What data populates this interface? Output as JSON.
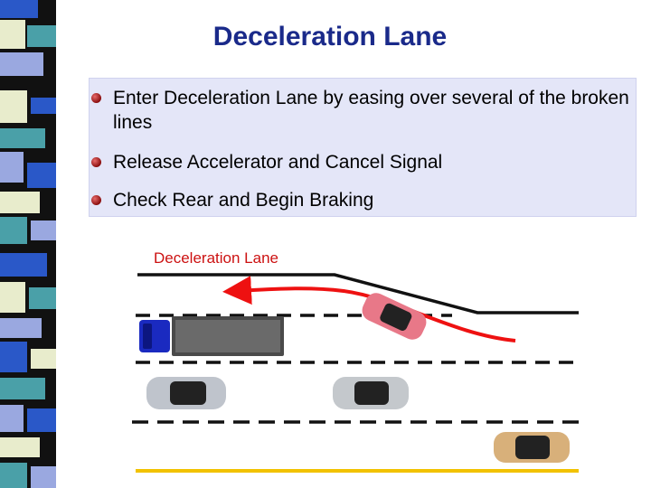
{
  "title": "Deceleration Lane",
  "bullets": [
    "Enter Deceleration Lane by easing over several of the broken lines",
    "Release Accelerator and Cancel Signal",
    "Check Rear and Begin Braking"
  ],
  "diagram": {
    "label": "Deceleration Lane",
    "arrow_color": "#ee1111",
    "road_edge_color": "#f2c200",
    "vehicles": [
      "blue-truck",
      "silver-car",
      "silver-car",
      "red-car",
      "tan-car"
    ]
  },
  "colors": {
    "title": "#1a2a8a",
    "bullet_box": "#e4e6f8",
    "bullet_dot": "#b01818"
  }
}
